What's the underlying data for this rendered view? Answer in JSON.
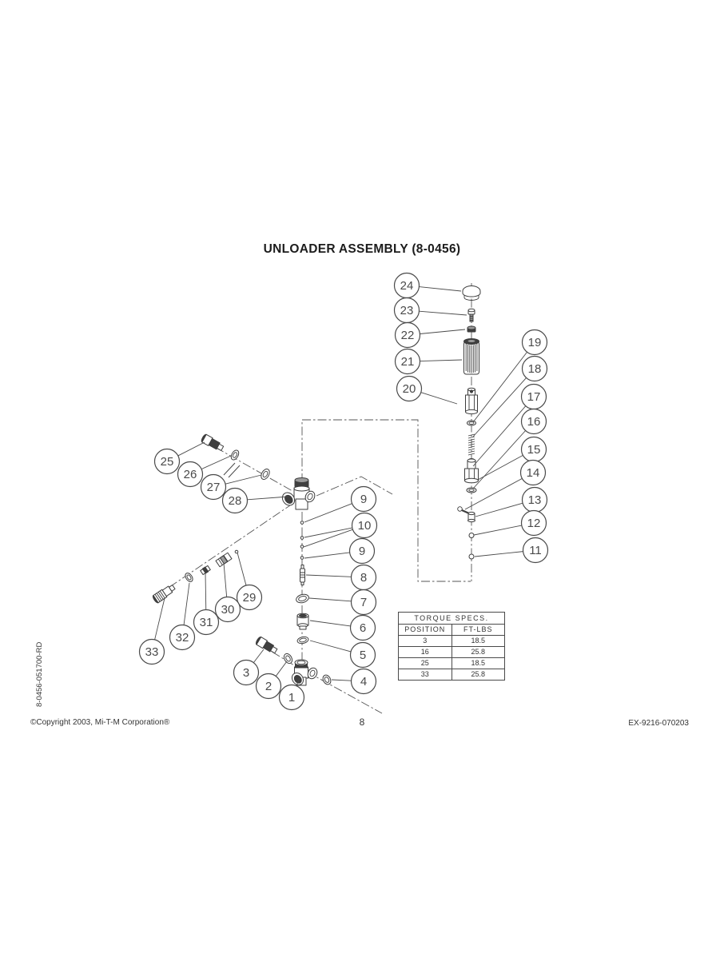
{
  "page": {
    "title": "UNLOADER ASSEMBLY (8-0456)",
    "page_number": "8",
    "footer_left": "©Copyright 2003, Mi-T-M Corporation®",
    "footer_right": "EX-9216-070203",
    "side_code": "8-0456-051700-RD"
  },
  "torque_table": {
    "title": "TORQUE SPECS.",
    "columns": [
      "POSITION",
      "FT-LBS"
    ],
    "rows": [
      [
        "3",
        "18.5"
      ],
      [
        "16",
        "25.8"
      ],
      [
        "25",
        "18.5"
      ],
      [
        "33",
        "25.8"
      ]
    ]
  },
  "diagram": {
    "line_color": "#4a4a4a",
    "callouts": [
      {
        "label": "24",
        "c": [
          509,
          357
        ],
        "t": [
          [
            577,
            364
          ]
        ]
      },
      {
        "label": "23",
        "c": [
          509,
          388
        ],
        "t": [
          [
            584,
            394
          ]
        ]
      },
      {
        "label": "22",
        "c": [
          510,
          419
        ],
        "t": [
          [
            582,
            412
          ]
        ]
      },
      {
        "label": "21",
        "c": [
          510,
          452
        ],
        "t": [
          [
            578,
            450
          ]
        ]
      },
      {
        "label": "20",
        "c": [
          512,
          486
        ],
        "t": [
          [
            572,
            505
          ]
        ]
      },
      {
        "label": "19",
        "c": [
          669,
          428
        ],
        "t": [
          [
            592,
            528
          ]
        ]
      },
      {
        "label": "18",
        "c": [
          669,
          461
        ],
        "t": [
          [
            592,
            546
          ]
        ]
      },
      {
        "label": "17",
        "c": [
          668,
          496
        ],
        "t": [
          [
            592,
            583
          ]
        ]
      },
      {
        "label": "16",
        "c": [
          668,
          527
        ],
        "t": [
          [
            592,
            611
          ]
        ]
      },
      {
        "label": "15",
        "c": [
          668,
          562
        ],
        "t": [
          [
            598,
            600
          ]
        ]
      },
      {
        "label": "14",
        "c": [
          667,
          591
        ],
        "t": [
          [
            582,
            637
          ]
        ]
      },
      {
        "label": "13",
        "c": [
          669,
          625
        ],
        "t": [
          [
            595,
            646
          ]
        ]
      },
      {
        "label": "12",
        "c": [
          668,
          654
        ],
        "t": [
          [
            593,
            669
          ]
        ]
      },
      {
        "label": "11",
        "c": [
          670,
          688
        ],
        "t": [
          [
            594,
            696
          ]
        ]
      },
      {
        "label": "25",
        "c": [
          209,
          577
        ],
        "t": [
          [
            256,
            553
          ]
        ]
      },
      {
        "label": "26",
        "c": [
          238,
          593
        ],
        "t": [
          [
            289,
            570
          ]
        ]
      },
      {
        "label": "27",
        "c": [
          267,
          609
        ],
        "t": [
          [
            327,
            594
          ]
        ]
      },
      {
        "label": "28",
        "c": [
          294,
          626
        ],
        "t": [
          [
            361,
            621
          ]
        ]
      },
      {
        "label": "9",
        "c": [
          455,
          624
        ],
        "t": [
          [
            381,
            653
          ]
        ]
      },
      {
        "label": "10",
        "c": [
          456,
          657
        ],
        "t": [
          [
            381,
            672
          ],
          [
            380,
            684
          ]
        ]
      },
      {
        "label": "9",
        "c": [
          453,
          689
        ],
        "t": [
          [
            381,
            698
          ]
        ]
      },
      {
        "label": "8",
        "c": [
          455,
          722
        ],
        "t": [
          [
            383,
            719
          ]
        ]
      },
      {
        "label": "7",
        "c": [
          455,
          753
        ],
        "t": [
          [
            387,
            748
          ]
        ]
      },
      {
        "label": "6",
        "c": [
          454,
          785
        ],
        "t": [
          [
            388,
            776
          ]
        ]
      },
      {
        "label": "5",
        "c": [
          454,
          819
        ],
        "t": [
          [
            388,
            801
          ]
        ]
      },
      {
        "label": "4",
        "c": [
          455,
          852
        ],
        "t": [
          [
            415,
            850
          ]
        ]
      },
      {
        "label": "29",
        "c": [
          312,
          747
        ],
        "t": [
          [
            297,
            691
          ]
        ]
      },
      {
        "label": "30",
        "c": [
          285,
          762
        ],
        "t": [
          [
            280,
            704
          ]
        ]
      },
      {
        "label": "31",
        "c": [
          258,
          778
        ],
        "t": [
          [
            257,
            716
          ]
        ]
      },
      {
        "label": "32",
        "c": [
          228,
          797
        ],
        "t": [
          [
            237,
            729
          ]
        ]
      },
      {
        "label": "33",
        "c": [
          190,
          815
        ],
        "t": [
          [
            206,
            748
          ]
        ]
      },
      {
        "label": "3",
        "c": [
          308,
          841
        ],
        "t": [
          [
            330,
            812
          ]
        ]
      },
      {
        "label": "2",
        "c": [
          336,
          858
        ],
        "t": [
          [
            359,
            827
          ]
        ]
      },
      {
        "label": "1",
        "c": [
          365,
          872
        ],
        "t": [
          [
            375,
            848
          ]
        ]
      }
    ]
  }
}
